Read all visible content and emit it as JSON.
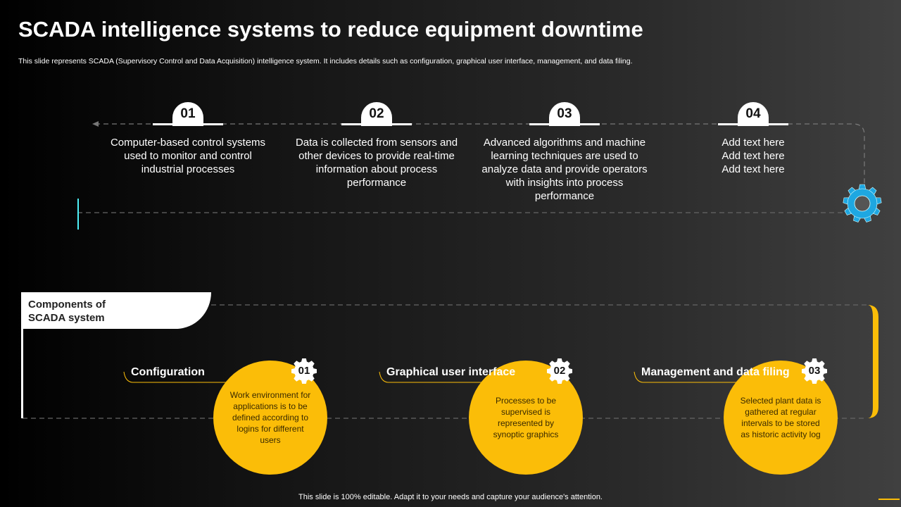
{
  "title": "SCADA intelligence systems to reduce equipment downtime",
  "subtitle": "This slide represents SCADA (Supervisory Control and Data Acquisition) intelligence system. It includes details such as configuration, graphical user interface, management, and data filing.",
  "steps": [
    {
      "num": "01",
      "text": "Computer-based control systems used to monitor and control industrial processes"
    },
    {
      "num": "02",
      "text": "Data is collected from sensors and other devices to provide real-time information about process performance"
    },
    {
      "num": "03",
      "text": "Advanced algorithms and machine learning techniques are used to analyze  data and provide operators with insights into process performance"
    },
    {
      "num": "04",
      "text": "Add text here Add text here Add text here"
    }
  ],
  "components": {
    "heading": "Components of SCADA system",
    "items": [
      {
        "num": "01",
        "title": "Configuration",
        "text": "Work environment for applications is to be defined according to logins for different  users"
      },
      {
        "num": "02",
        "title": "Graphical user interface",
        "text": "Processes to be supervised  is represented by synoptic graphics"
      },
      {
        "num": "03",
        "title": "Management and data filing",
        "text": "Selected plant data is gathered  at regular intervals  to be stored as historic activity log"
      }
    ]
  },
  "colors": {
    "accent": "#fbbd08",
    "cyan": "#4ef0f7",
    "blue": "#1ea7e1"
  },
  "footer": "This slide is 100% editable. Adapt it to your needs and capture your audience's attention."
}
